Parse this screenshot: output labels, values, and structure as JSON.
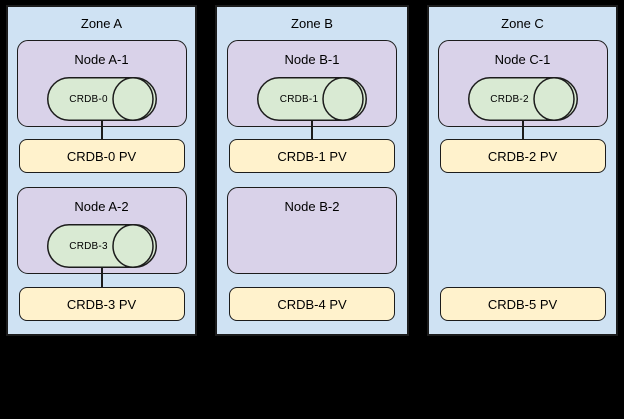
{
  "diagram": {
    "description": "Three availability zones with Kubernetes nodes hosting CRDB pods attached to persistent volumes",
    "colors": {
      "background": "#000000",
      "zone_fill": "#cfe2f3",
      "node_fill": "#d9d2e9",
      "pod_cylinder_fill": "#d9ead3",
      "pv_fill": "#fff2cc",
      "border": "#1c1c1c",
      "text": "#000000"
    }
  },
  "zones": [
    {
      "title": "Zone A",
      "slots": [
        {
          "node": "Node A-1",
          "pod": "CRDB-0",
          "pv": "CRDB-0 PV",
          "connected": true
        },
        {
          "node": "Node A-2",
          "pod": "CRDB-3",
          "pv": "CRDB-3 PV",
          "connected": true
        }
      ]
    },
    {
      "title": "Zone B",
      "slots": [
        {
          "node": "Node B-1",
          "pod": "CRDB-1",
          "pv": "CRDB-1 PV",
          "connected": true
        },
        {
          "node": "Node B-2",
          "pod": null,
          "pv": "CRDB-4 PV",
          "connected": false
        }
      ]
    },
    {
      "title": "Zone C",
      "slots": [
        {
          "node": "Node C-1",
          "pod": "CRDB-2",
          "pv": "CRDB-2 PV",
          "connected": true
        },
        {
          "node": null,
          "pod": null,
          "pv": "CRDB-5 PV",
          "connected": false
        }
      ]
    }
  ]
}
